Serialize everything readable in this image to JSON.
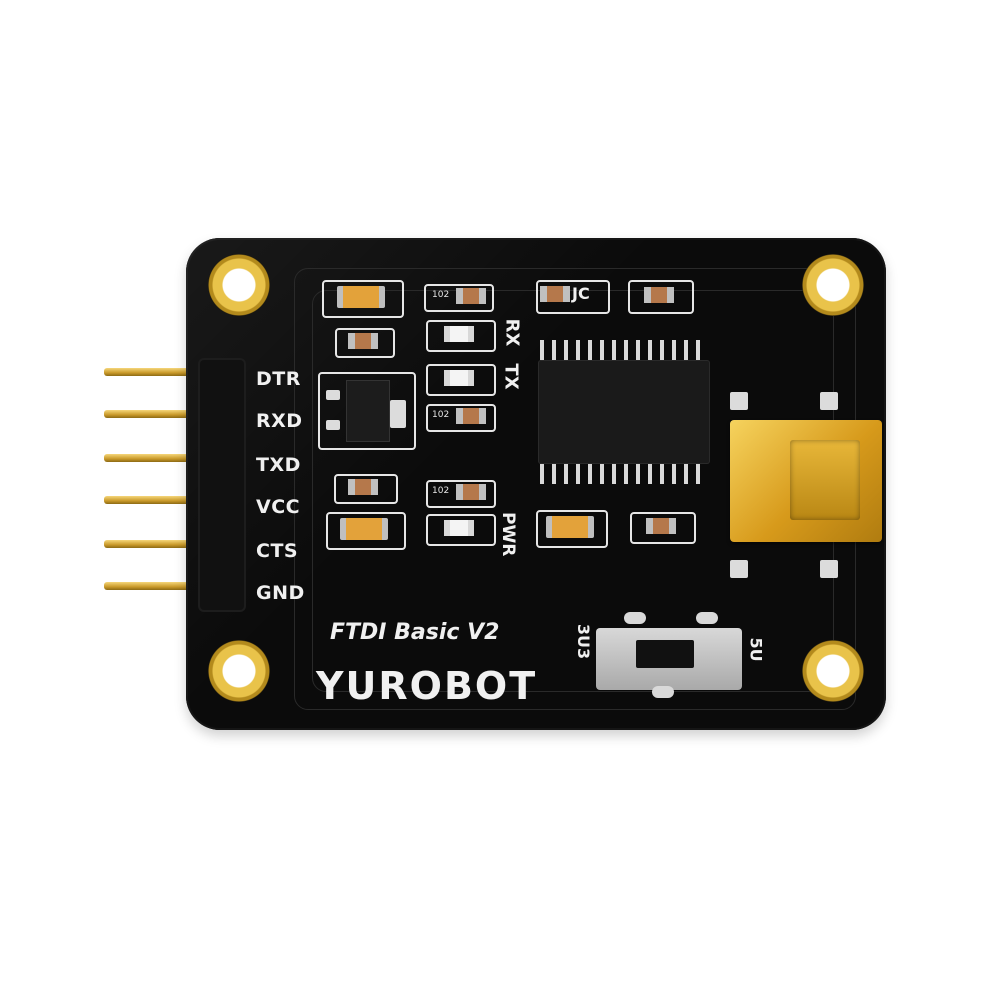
{
  "board": {
    "model": "FTDI Basic V2",
    "brand": "YUROBOT",
    "pins": [
      "DTR",
      "RXD",
      "TXD",
      "VCC",
      "CTS",
      "GND"
    ],
    "leds": {
      "rx": "RX",
      "tx": "TX",
      "pwr": "PWR"
    },
    "switch": {
      "left": "3U3",
      "right": "5U"
    },
    "jumper": "JC",
    "resistor_codes": [
      "102",
      "102",
      "102"
    ],
    "colors": {
      "pcb": "#0b0b0b",
      "gold": "#d79a1b",
      "silk": "#f0f0f0"
    },
    "icons": [
      "mounting-hole-icon",
      "usb-connector-icon",
      "slide-switch-icon"
    ]
  }
}
